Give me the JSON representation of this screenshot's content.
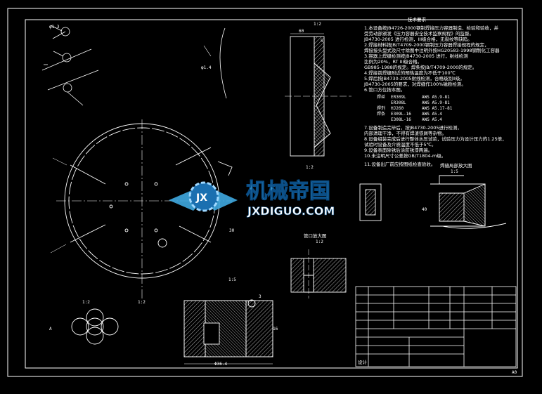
{
  "sheet": {
    "size_label": "A0",
    "views": {
      "section_top": "1:2",
      "section_top_bottom": "1:2",
      "detail_right": "1:5",
      "detail_lower_mid": "1:2",
      "small_part": "1:5",
      "front_circle": "1:2",
      "detail_left": "1:2"
    },
    "dims": {
      "d60": "60",
      "d5": "5",
      "dia40": "40",
      "d16": "16",
      "d3": "3",
      "d30": "30",
      "dim_364": "Φ36.4",
      "lbl_a": "A",
      "leader_a": "φ1.3",
      "leader_b": "φ1.4"
    }
  },
  "notes": {
    "title": "技术要求",
    "lines": [
      "1.本设备按JB4726-2000钢制焊接压力容器制造、检验和验收，并",
      "受劳动部颁发《压力容器安全技术监察规程》的监督。",
      "JB4730-2005 进行检测，III级合格，无裂纹等缺陷。",
      "2.焊接材料按JB/T4709-2000钢制压力容器焊接规程的规定，",
      "焊接接头型式及尺寸除图中注明外按HG20583-1998钢制化工容器",
      "3.容器上焊缝检测按JB4730-2005 进行，射线检测",
      "比例为20%，RT III级合格。",
      "GB985-1988的规定。焊条按JB/T4709-2000的规定。",
      "4.焊接前焊缝附近的预热温度为不低于100℃",
      "5.焊后按JB4730-2005射线检测，合格级别II级。",
      "JB4730-2005的要求，对焊缝作100%磁粉检测。",
      "6.管口方位按本图。"
    ],
    "weld_table": [
      {
        "label": "焊丝",
        "a": "ER309L",
        "b": "AWS A5.9-81"
      },
      {
        "label": "",
        "a": "ER308L",
        "b": "AWS A5.9-81"
      },
      {
        "label": "焊剂",
        "a": "HJ260",
        "b": "AWS A5.17-81"
      },
      {
        "label": "焊条",
        "a": "E309L-16",
        "b": "AWS A5.4"
      },
      {
        "label": "",
        "a": "E308L-16",
        "b": "AWS A5.4"
      }
    ],
    "lines2": [
      "7.设备制造完毕后，按JB4730-2005进行检测，",
      "内部清理干净，不得有焊渣铁屑等杂物。",
      "8.设备组装完成后进行整体水压试验，试验压力为设计压力的1.25倍，",
      "试验时设备及介质温度不低于5℃。",
      "9.设备表面除锈后涂防锈漆两遍。",
      "10.未注明尺寸公差按GB/T1804-m级。",
      "11.设备出厂前应按图纸检查验收。"
    ]
  },
  "labels": {
    "detail_caption": "焊缝局部放大图",
    "section_caption": "管口放大图",
    "watermark_cn": "机械帝国",
    "watermark_en": "JXDIGUO.COM",
    "logo_letters": "JX"
  },
  "titleblock": {
    "corner_label": "设计"
  }
}
